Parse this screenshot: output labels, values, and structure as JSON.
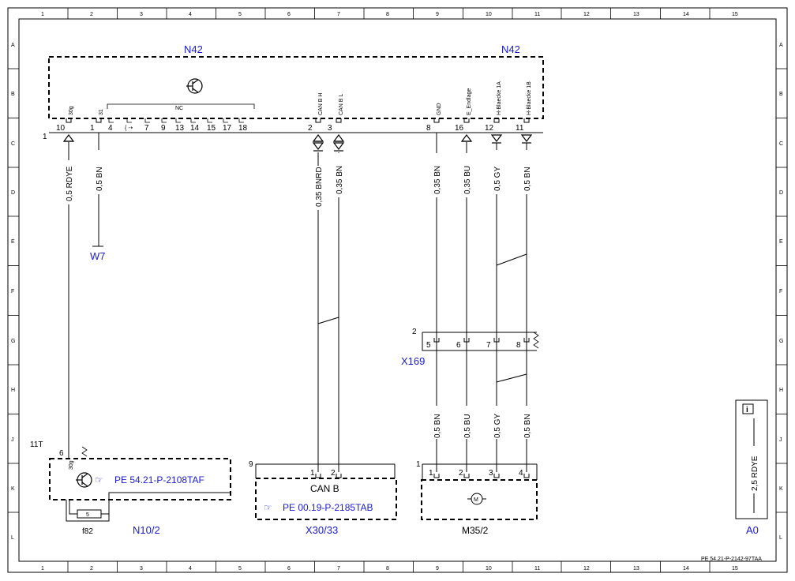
{
  "grid": {
    "columns": [
      "1",
      "2",
      "3",
      "4",
      "5",
      "6",
      "7",
      "8",
      "9",
      "10",
      "11",
      "12",
      "13",
      "14",
      "15"
    ],
    "rows": [
      "A",
      "B",
      "C",
      "D",
      "E",
      "F",
      "G",
      "H",
      "J",
      "K",
      "L"
    ]
  },
  "document_code": "PE 54.21-P-2142-97TAA",
  "n42": {
    "label_left": "N42",
    "label_right": "N42",
    "connector": "1",
    "nc_label": "NC",
    "pins_left": [
      "10",
      "1",
      "4",
      "7",
      "9",
      "13",
      "14",
      "15",
      "17",
      "18"
    ],
    "pin_tags": [
      "30g",
      "31",
      "CAN B H",
      "CAN B L",
      "GND",
      "E_Endlage",
      "H-Blaecke 1A",
      "H-Blaecke 1B"
    ],
    "pins_right": [
      "2",
      "3",
      "8",
      "16",
      "12",
      "11"
    ]
  },
  "wires": [
    {
      "label": "0,5 RDYE"
    },
    {
      "label": "0,5 BN"
    },
    {
      "label": "0,35 BNRD"
    },
    {
      "label": "0,35 BN"
    },
    {
      "label": "0,35 BN"
    },
    {
      "label": "0,35 BU"
    },
    {
      "label": "0,5 GY"
    },
    {
      "label": "0,5 BN"
    }
  ],
  "wires_lower": [
    {
      "label": "0,5 BN"
    },
    {
      "label": "0,5 BU"
    },
    {
      "label": "0,5 GY"
    },
    {
      "label": "0,5 BN"
    }
  ],
  "w7": {
    "label": "W7"
  },
  "x169": {
    "label": "X169",
    "connector": "2",
    "pins": [
      "5",
      "6",
      "7",
      "8"
    ]
  },
  "n10": {
    "label": "N10/2",
    "connector": "11T",
    "pin": "6",
    "pin_tag": "30g",
    "ref": "PE 54.21-P-2108TAF",
    "fuse_label": "f82",
    "fuse_value": "5"
  },
  "x30": {
    "label": "X30/33",
    "connector": "9",
    "pins": [
      "1",
      "2"
    ],
    "title": "CAN B",
    "ref": "PE 00.19-P-2185TAB"
  },
  "m35": {
    "label": "M35/2",
    "connector": "1",
    "pins": [
      "1",
      "2",
      "3",
      "4"
    ],
    "motor_symbol": "M"
  },
  "a0": {
    "label": "A0",
    "wire": "2,5 RDYE",
    "info_symbol": "i"
  }
}
